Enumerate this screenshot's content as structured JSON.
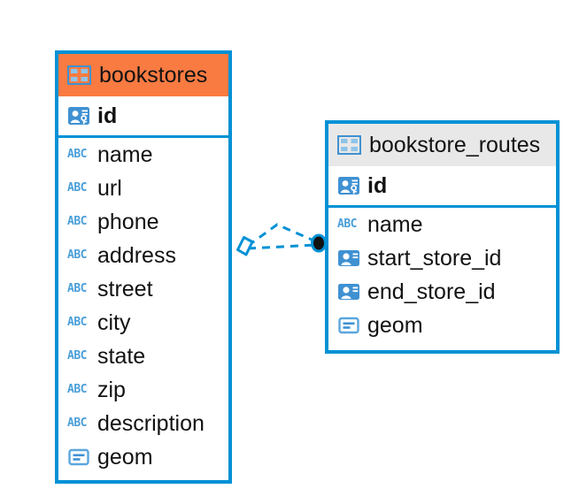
{
  "diagram": {
    "type": "entity-relationship-diagram",
    "background": "#ffffff",
    "accent_blue": "#0091d5",
    "accent_orange": "#f97b42",
    "accent_gray": "#e8e8e8",
    "text_color": "#121212"
  },
  "entities": [
    {
      "name": "bookstores",
      "header_color": "#f97b42",
      "header_icon": "table-icon",
      "fields": [
        {
          "label": "id",
          "icon": "primary-key-icon",
          "type": "pk"
        },
        {
          "label": "name",
          "icon": "abc-text-icon",
          "type": "text"
        },
        {
          "label": "url",
          "icon": "abc-text-icon",
          "type": "text"
        },
        {
          "label": "phone",
          "icon": "abc-text-icon",
          "type": "text"
        },
        {
          "label": "address",
          "icon": "abc-text-icon",
          "type": "text"
        },
        {
          "label": "street",
          "icon": "abc-text-icon",
          "type": "text"
        },
        {
          "label": "city",
          "icon": "abc-text-icon",
          "type": "text"
        },
        {
          "label": "state",
          "icon": "abc-text-icon",
          "type": "text"
        },
        {
          "label": "zip",
          "icon": "abc-text-icon",
          "type": "text"
        },
        {
          "label": "description",
          "icon": "abc-text-icon",
          "type": "text"
        },
        {
          "label": "geom",
          "icon": "geometry-icon",
          "type": "geometry"
        }
      ]
    },
    {
      "name": "bookstore_routes",
      "header_color": "#e8e8e8",
      "header_icon": "table-icon",
      "fields": [
        {
          "label": "id",
          "icon": "primary-key-icon",
          "type": "pk"
        },
        {
          "label": "name",
          "icon": "abc-text-icon",
          "type": "text"
        },
        {
          "label": "start_store_id",
          "icon": "foreign-key-icon",
          "type": "fk"
        },
        {
          "label": "end_store_id",
          "icon": "foreign-key-icon",
          "type": "fk"
        },
        {
          "label": "geom",
          "icon": "geometry-icon",
          "type": "geometry"
        }
      ]
    }
  ],
  "relationship": {
    "style": "dashed",
    "color": "#0091d5",
    "source_marker": "diamond",
    "target_marker": "filled-circle",
    "source_entity": "bookstores",
    "target_entity": "bookstore_routes"
  },
  "icon_glyphs": {
    "abc-text-icon": "ABC"
  }
}
